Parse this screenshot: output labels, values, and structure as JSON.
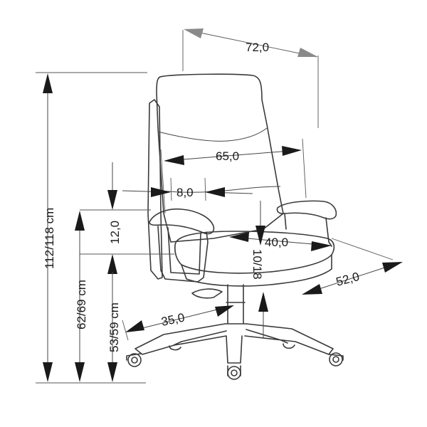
{
  "dimensions": {
    "overall_width": "72,0",
    "seat_back_width": "65,0",
    "backrest_thickness": "8,0",
    "armrest_height_above_seat": "12,0",
    "seat_width": "40,0",
    "seat_thickness": "10/18",
    "seat_depth": "52,0",
    "base_radius": "35,0",
    "total_height": "112/118 cm",
    "armrest_height": "62/69 cm",
    "seat_height": "53/59 cm"
  },
  "colors": {
    "outline": "#3a3a3a",
    "arrow_black": "#1a1a1a",
    "arrow_gray": "#8a8a8a"
  }
}
